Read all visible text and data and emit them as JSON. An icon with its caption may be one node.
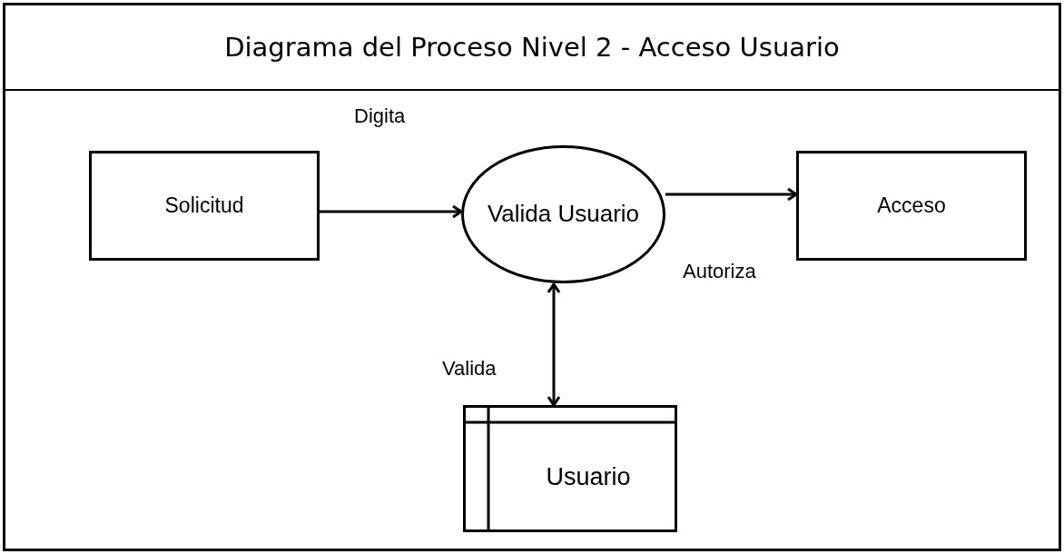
{
  "diagram": {
    "title": "Diagrama del Proceso Nivel 2 - Acceso Usuario",
    "nodes": [
      {
        "text": [
          "Solicitud"
        ]
      },
      {
        "text": [
          "Valida Usuario"
        ]
      },
      {
        "text": [
          "Acceso"
        ]
      },
      {
        "text": [
          "Usuario"
        ]
      }
    ],
    "edges": [
      {
        "from": 0,
        "to": 1,
        "arrow": "to",
        "label": "Digita"
      },
      {
        "from": 1,
        "to": 2,
        "arrow": "to",
        "label": "Autoriza"
      },
      {
        "from": 1,
        "to": 3,
        "arrow": "both",
        "label": "Valida"
      }
    ]
  }
}
